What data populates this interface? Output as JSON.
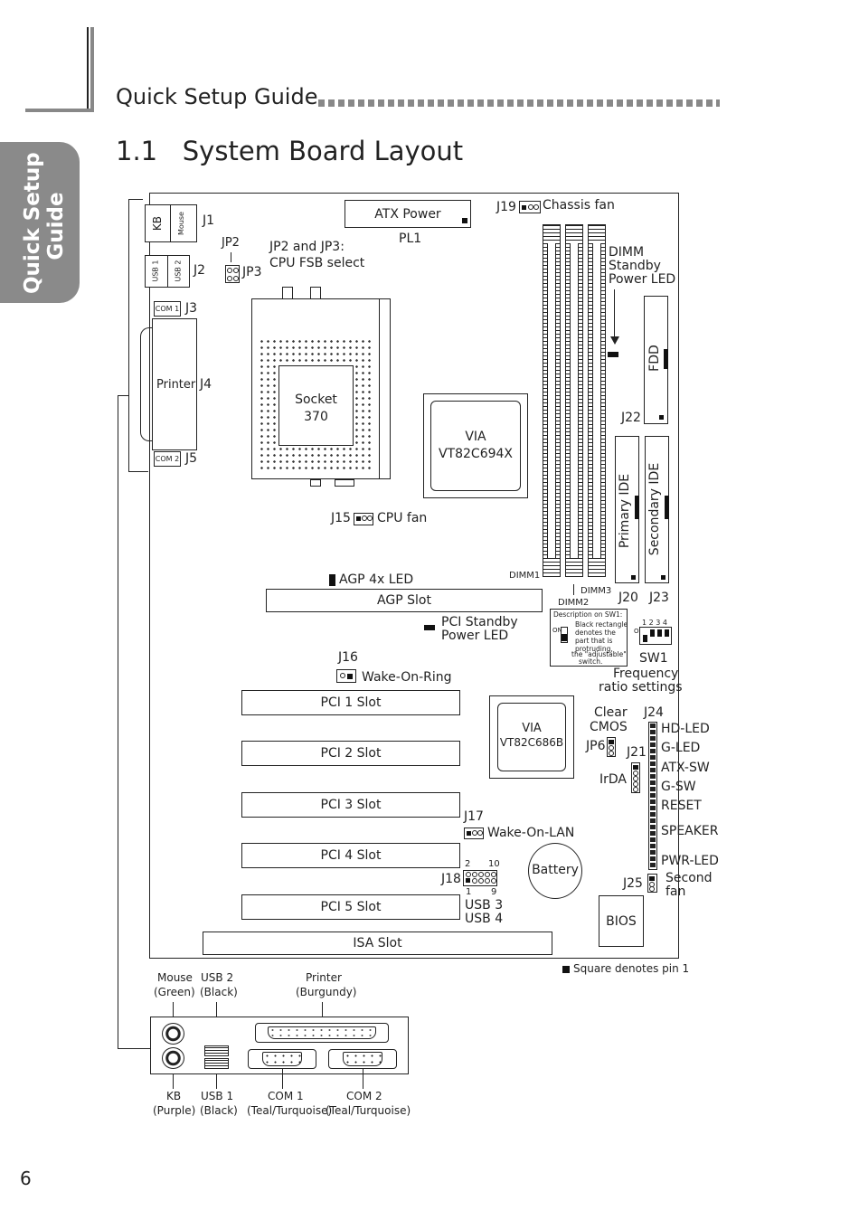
{
  "header": {
    "section_title": "Quick Setup Guide",
    "page_title": "1.1   System Board Layout"
  },
  "side_tab": {
    "line1": "Quick Setup",
    "line2": "Guide"
  },
  "page_number": "6",
  "board": {
    "connectors": {
      "kb": "KB",
      "mouse": "Mouse",
      "j1": "J1",
      "usb1": "USB 1",
      "usb2": "USB 2",
      "j2": "J2",
      "com1": "COM 1",
      "j3": "J3",
      "printer": "Printer",
      "j4": "J4",
      "com2": "COM 2",
      "j5": "J5",
      "jp2": "JP2",
      "jp3": "JP3",
      "jp_note_1": "JP2 and JP3:",
      "jp_note_2": "CPU FSB select",
      "atx_power": "ATX Power",
      "pl1": "PL1",
      "j19": "J19",
      "chassis_fan": "Chassis fan",
      "dimm_standby_1": "DIMM",
      "dimm_standby_2": "Standby",
      "dimm_standby_3": "Power LED",
      "fdd": "FDD",
      "j22": "J22",
      "socket_1": "Socket",
      "socket_2": "370",
      "via1_1": "VIA",
      "via1_2": "VT82C694X",
      "j15": "J15",
      "cpu_fan": "CPU fan",
      "primary_ide": "Primary IDE",
      "secondary_ide": "Secondary IDE",
      "dimm1": "DIMM1",
      "dimm2": "DIMM2",
      "dimm3": "DIMM3",
      "j20": "J20",
      "j23": "J23",
      "agp_led": "AGP 4x LED",
      "agp_slot": "AGP Slot",
      "pci_standby_1": "PCI Standby",
      "pci_standby_2": "Power LED",
      "sw1_desc_title": "Description on SW1:",
      "sw1_desc_1": "Black rectangle",
      "sw1_desc_2": "denotes the",
      "sw1_desc_3": "part that is",
      "sw1_desc_4": "protruding,",
      "sw1_desc_5": "the \"adjustable\"",
      "sw1_desc_6": "switch.",
      "sw1_on": "ON",
      "sw1_nums": "1 2 3 4",
      "sw1": "SW1",
      "freq_1": "Frequency",
      "freq_2": "ratio settings",
      "j16": "J16",
      "wake_ring": "Wake-On-Ring",
      "pci1": "PCI 1 Slot",
      "pci2": "PCI 2 Slot",
      "pci3": "PCI 3 Slot",
      "pci4": "PCI 4 Slot",
      "pci5": "PCI 5 Slot",
      "isa": "ISA Slot",
      "via2_1": "VIA",
      "via2_2": "VT82C686B",
      "clear_1": "Clear",
      "clear_2": "CMOS",
      "jp6": "JP6",
      "j24": "J24",
      "j21": "J21",
      "irda": "IrDA",
      "hd_led": "HD-LED",
      "g_led": "G-LED",
      "atx_sw": "ATX-SW",
      "g_sw": "G-SW",
      "reset": "RESET",
      "speaker": "SPEAKER",
      "pwr_led": "PWR-LED",
      "j17": "J17",
      "wake_lan": "Wake-On-LAN",
      "j18": "J18",
      "pin2": "2",
      "pin10": "10",
      "pin1": "1",
      "pin9": "9",
      "usb3": "USB 3",
      "usb4": "USB 4",
      "battery": "Battery",
      "j25": "J25",
      "second_1": "Second",
      "second_2": "fan",
      "bios": "BIOS",
      "square_note": "Square denotes pin 1"
    }
  },
  "rear_panel": {
    "mouse": "Mouse",
    "mouse_color": "(Green)",
    "usb2": "USB 2",
    "usb2_color": "(Black)",
    "printer": "Printer",
    "printer_color": "(Burgundy)",
    "kb": "KB",
    "kb_color": "(Purple)",
    "usb1": "USB 1",
    "usb1_color": "(Black)",
    "com1": "COM 1",
    "com1_color": "(Teal/Turquoise)",
    "com2": "COM 2",
    "com2_color": "(Teal/Turquoise)"
  },
  "colors": {
    "tab_gray": "#8a8a8a",
    "ink": "#222222"
  }
}
